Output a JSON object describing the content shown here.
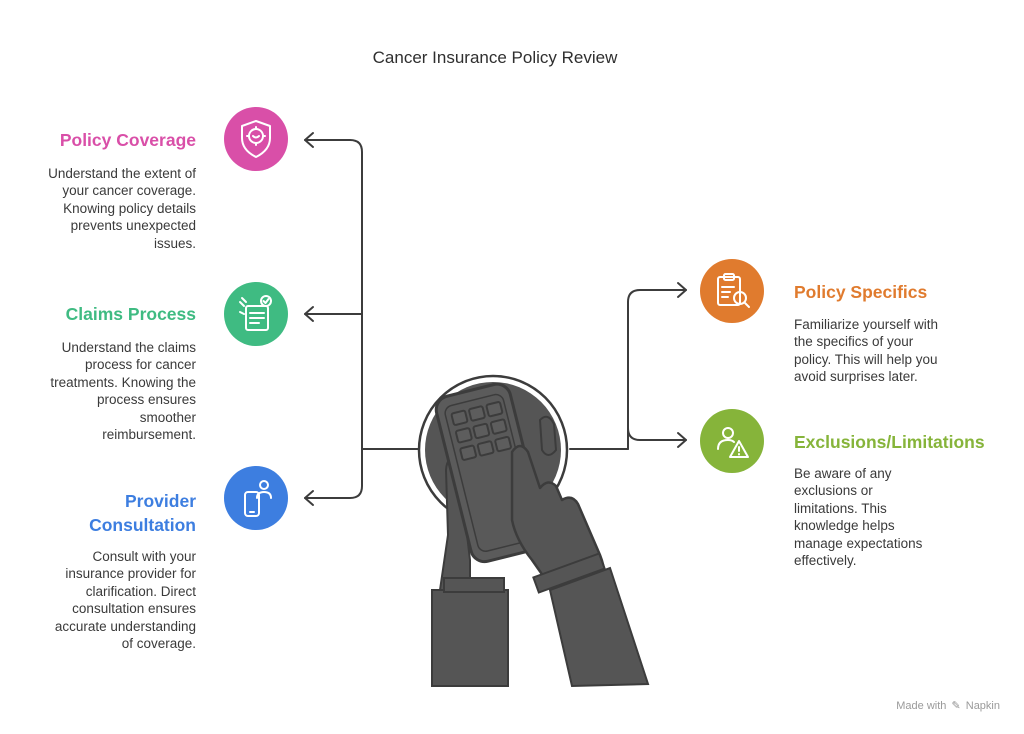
{
  "title": "Cancer Insurance Policy Review",
  "colors": {
    "policy_coverage": "#d94fa8",
    "claims_process": "#3fbb82",
    "provider_consultation": "#3d7ee0",
    "policy_specifics": "#e07b2e",
    "exclusions": "#86b43a",
    "connector": "#3c3c3c",
    "hands": "#555555"
  },
  "left_items": [
    {
      "heading": "Policy Coverage",
      "icon": "shield-icon",
      "desc": [
        "Understand the extent of",
        "your cancer coverage.",
        "Knowing policy details",
        "prevents unexpected",
        "issues."
      ]
    },
    {
      "heading": "Claims Process",
      "icon": "checklist-document-icon",
      "desc": [
        "Understand the claims",
        "process for cancer",
        "treatments. Knowing the",
        "process ensures",
        "smoother",
        "reimbursement."
      ]
    },
    {
      "heading": [
        "Provider",
        "Consultation"
      ],
      "icon": "phone-contact-icon",
      "desc": [
        "Consult with your",
        "insurance provider for",
        "clarification. Direct",
        "consultation ensures",
        "accurate understanding",
        "of coverage."
      ]
    }
  ],
  "right_items": [
    {
      "heading": "Policy Specifics",
      "icon": "clipboard-search-icon",
      "desc": [
        "Familiarize yourself with",
        "the specifics of your",
        "policy. This will help you",
        "avoid surprises later."
      ]
    },
    {
      "heading": "Exclusions/Limitations",
      "icon": "person-warning-icon",
      "desc": [
        "Be aware of any",
        "exclusions or",
        "limitations. This",
        "knowledge helps",
        "manage expectations",
        "effectively."
      ]
    }
  ],
  "footer": {
    "made_with": "Made with",
    "brand": "Napkin"
  }
}
